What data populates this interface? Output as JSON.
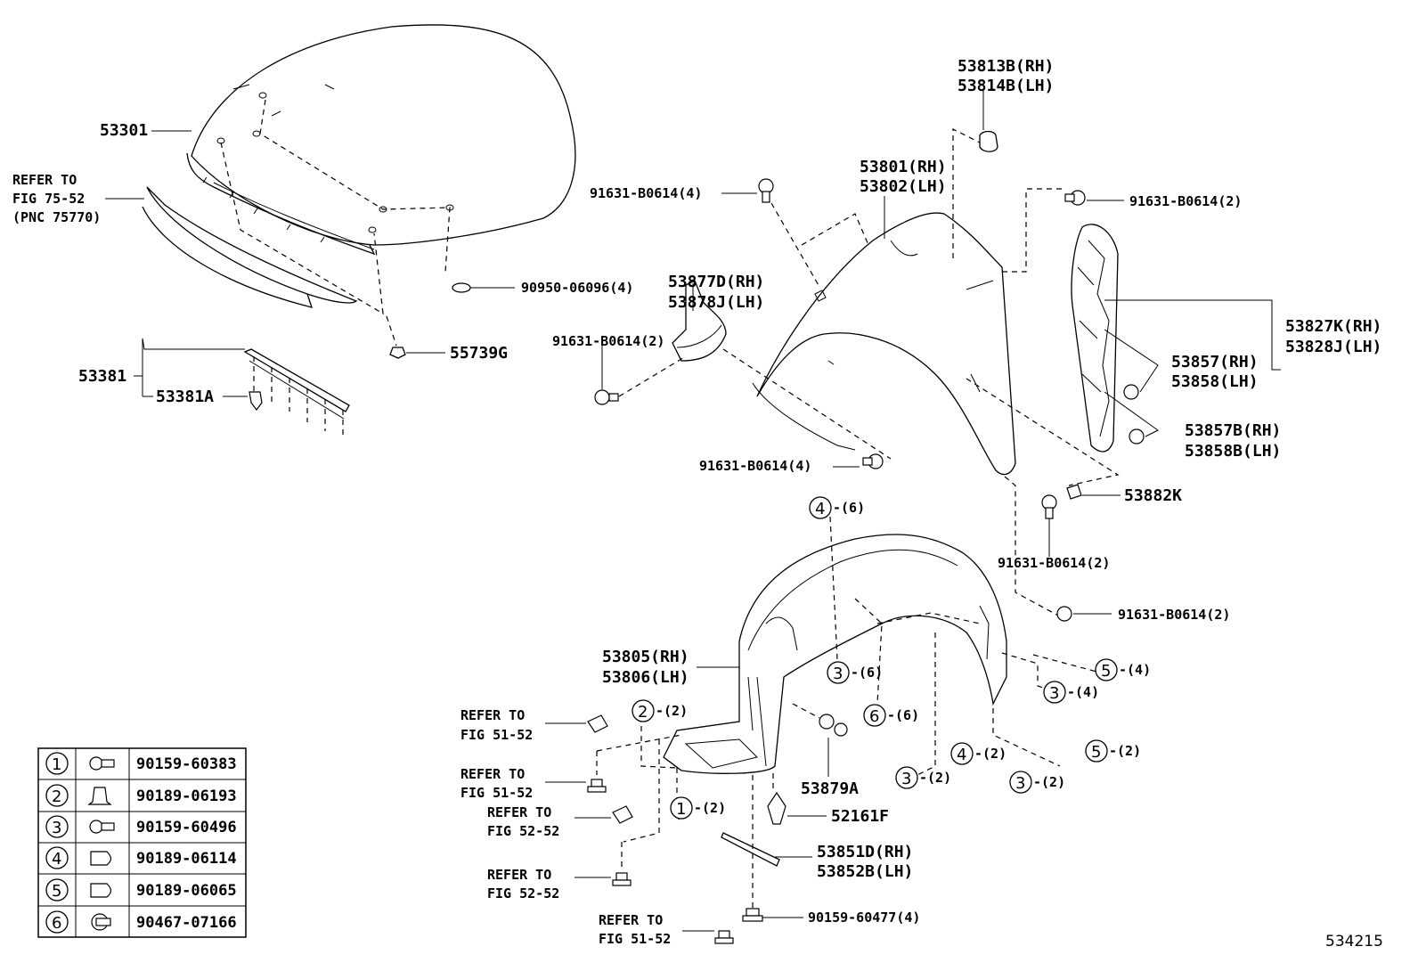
{
  "diagram_id": "534215",
  "parts": {
    "hood": "53301",
    "refer_75_line1": "REFER TO",
    "refer_75_line2": "FIG 75-52",
    "refer_75_line3": "(PNC 75770)",
    "hole_plug": "90950-06096(4)",
    "hood_clip": "55739G",
    "seal_main": "53381",
    "seal_sub": "53381A",
    "bolt_a": "91631-B0614(4)",
    "bracket_rh": "53877D(RH)",
    "bracket_lh": "53878J(LH)",
    "bolt_b": "91631-B0614(2)",
    "bolt_c": "91631-B0614(4)",
    "clip_rh": "53813B(RH)",
    "clip_lh": "53814B(LH)",
    "fender_rh": "53801(RH)",
    "fender_lh": "53802(LH)",
    "bolt_d": "91631-B0614(2)",
    "panel_rh": "53827K(RH)",
    "panel_lh": "53828J(LH)",
    "cushion_rh": "53857(RH)",
    "cushion_lh": "53858(LH)",
    "cushion_b_rh": "53857B(RH)",
    "cushion_b_lh": "53858B(LH)",
    "nut_plate": "53882K",
    "bolt_e": "91631-B0614(2)",
    "bolt_f": "91631-B0614(2)",
    "liner_rh": "53805(RH)",
    "liner_lh": "53806(LH)",
    "screw_grommet": "53879A",
    "clip_52161": "52161F",
    "seal_rh": "53851D(RH)",
    "seal_lh": "53852B(LH)",
    "screw_bottom": "90159-60477(4)",
    "refer_to": "REFER TO",
    "fig_51": "FIG 51-52",
    "fig_52": "FIG 52-52"
  },
  "callouts": {
    "c4_6": {
      "num": "4",
      "qty": "-(6)"
    },
    "c3_6": {
      "num": "3",
      "qty": "-(6)"
    },
    "c6_6": {
      "num": "6",
      "qty": "-(6)"
    },
    "c5_4": {
      "num": "5",
      "qty": "-(4)"
    },
    "c3_4": {
      "num": "3",
      "qty": "-(4)"
    },
    "c2_2": {
      "num": "2",
      "qty": "-(2)"
    },
    "c1_2": {
      "num": "1",
      "qty": "-(2)"
    },
    "c4_2": {
      "num": "4",
      "qty": "-(2)"
    },
    "c3_2a": {
      "num": "3",
      "qty": "-(2)"
    },
    "c5_2": {
      "num": "5",
      "qty": "-(2)"
    },
    "c3_2b": {
      "num": "3",
      "qty": "-(2)"
    }
  },
  "legend": [
    {
      "num": "1",
      "icon": "screw-icon",
      "part": "90159-60383"
    },
    {
      "num": "2",
      "icon": "clip-icon",
      "part": "90189-06193"
    },
    {
      "num": "3",
      "icon": "screw-icon",
      "part": "90159-60496"
    },
    {
      "num": "4",
      "icon": "grommet-icon",
      "part": "90189-06114"
    },
    {
      "num": "5",
      "icon": "grommet-icon",
      "part": "90189-06065"
    },
    {
      "num": "6",
      "icon": "nut-icon",
      "part": "90467-07166"
    }
  ]
}
